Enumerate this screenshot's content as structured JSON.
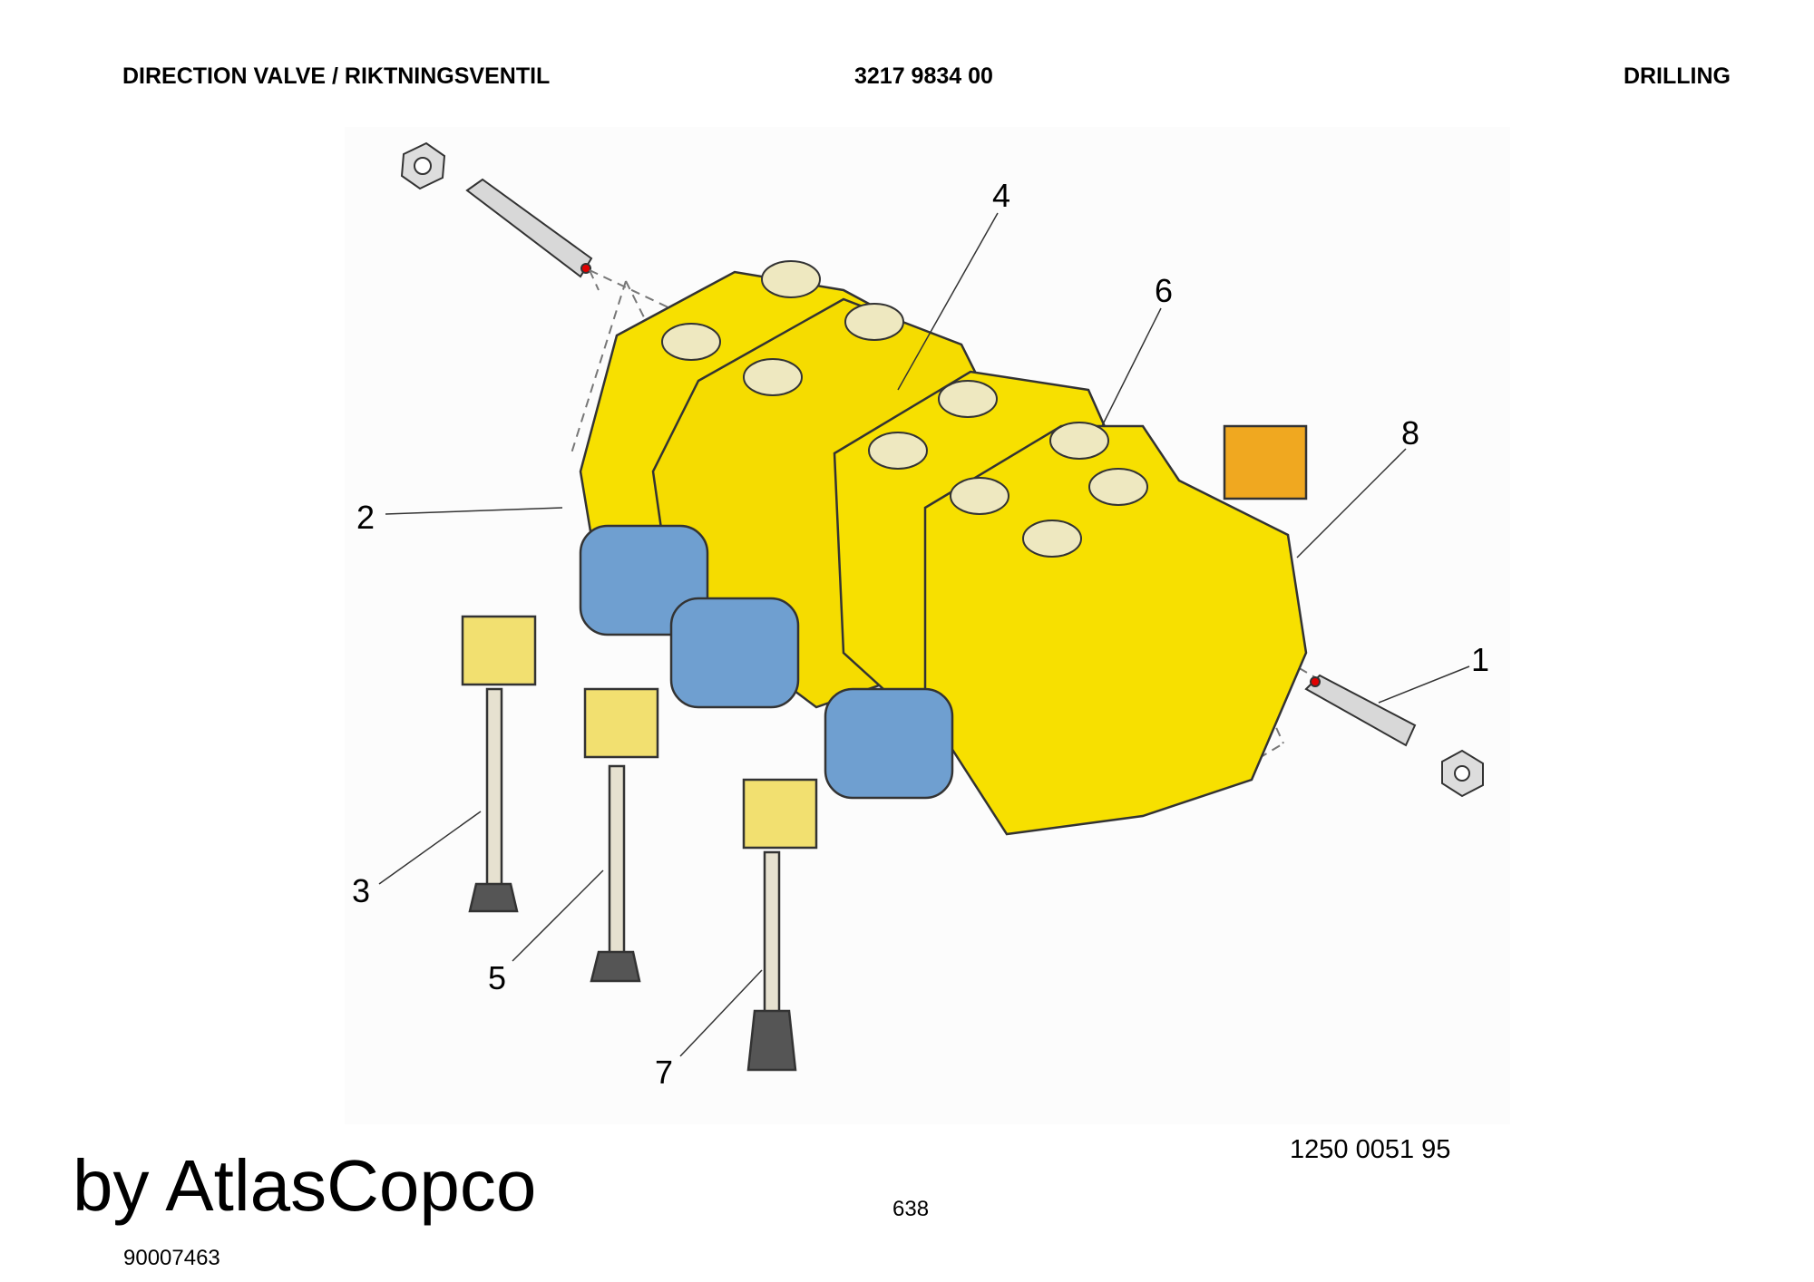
{
  "header": {
    "title": "DIRECTION VALVE / RIKTNINGSVENTIL",
    "part_number": "3217 9834 00",
    "section": "DRILLING"
  },
  "illustration": {
    "callouts": [
      "1",
      "2",
      "3",
      "4",
      "5",
      "6",
      "7",
      "8"
    ],
    "drawing_reference": "1250 0051 95",
    "colors": {
      "body": "#f7e000",
      "lever": "#6f9fd0",
      "handle": "#f2e070",
      "grip": "#555555",
      "adapter": "#f0a820"
    }
  },
  "footer": {
    "doc_number": "90007463",
    "page": "638",
    "watermark": "by AtlasCopco"
  }
}
